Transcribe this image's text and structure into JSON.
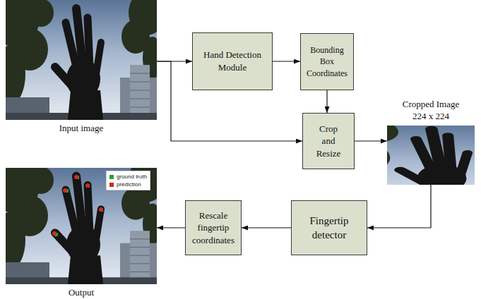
{
  "diagram": {
    "nodes": [
      {
        "text": [
          "Input image"
        ]
      },
      {
        "text": [
          "Hand Detection Module"
        ]
      },
      {
        "text": [
          "Bounding Box Coordinates"
        ]
      },
      {
        "text": [
          "Crop and Resize"
        ]
      },
      {
        "text": [
          "Cropped Image 224 x 224"
        ]
      },
      {
        "text": [
          "Fingertip detector"
        ]
      },
      {
        "text": [
          "Rescale fingertip coordinates"
        ]
      },
      {
        "text": [
          "Output"
        ]
      }
    ],
    "edges": [
      {
        "from": 0,
        "to": 1,
        "arrow": "to"
      },
      {
        "from": 0,
        "to": 3,
        "arrow": "to"
      },
      {
        "from": 1,
        "to": 2,
        "arrow": "to"
      },
      {
        "from": 2,
        "to": 3,
        "arrow": "to"
      },
      {
        "from": 3,
        "to": 4,
        "arrow": "to"
      },
      {
        "from": 4,
        "to": 5,
        "arrow": "to"
      },
      {
        "from": 5,
        "to": 6,
        "arrow": "to"
      },
      {
        "from": 6,
        "to": 7,
        "arrow": "to"
      }
    ],
    "legend": [
      {
        "text": "ground truth",
        "color": "#2ca02c"
      },
      {
        "text": "prediction",
        "color": "#d62728"
      }
    ]
  }
}
